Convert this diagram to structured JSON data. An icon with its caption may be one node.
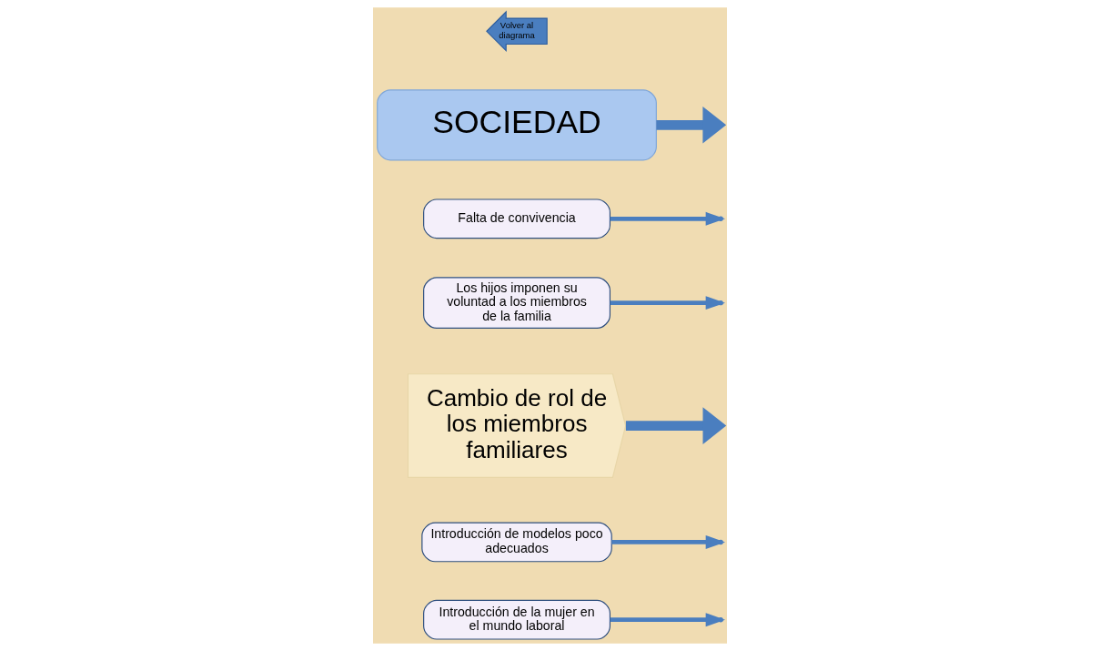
{
  "diagram": {
    "nodes": [
      {
        "text": [
          "Introducción de la mujer en el mundo laboral"
        ]
      },
      {
        "text": [
          "Introducción de modelos poco adecuados"
        ]
      },
      {
        "text": [
          "Cambio de rol de los miembros familiares"
        ]
      },
      {
        "text": [
          "Los hijos imponen su voluntad a los miembros de la familia"
        ]
      },
      {
        "text": [
          "Falta de convivencia"
        ]
      },
      {
        "text": [
          "SOCIEDAD"
        ]
      },
      {
        "text": [
          "Volver al diagrama"
        ]
      }
    ],
    "edges": [
      {
        "from": 2,
        "to": null,
        "arrow": "to",
        "style": "thick"
      },
      {
        "from": 0,
        "to": null,
        "arrow": "to"
      },
      {
        "from": 1,
        "to": null,
        "arrow": "to"
      },
      {
        "from": 3,
        "to": null,
        "arrow": "to"
      },
      {
        "from": 4,
        "to": null,
        "arrow": "to"
      },
      {
        "from": 5,
        "to": null,
        "arrow": "to",
        "style": "thick"
      }
    ]
  }
}
